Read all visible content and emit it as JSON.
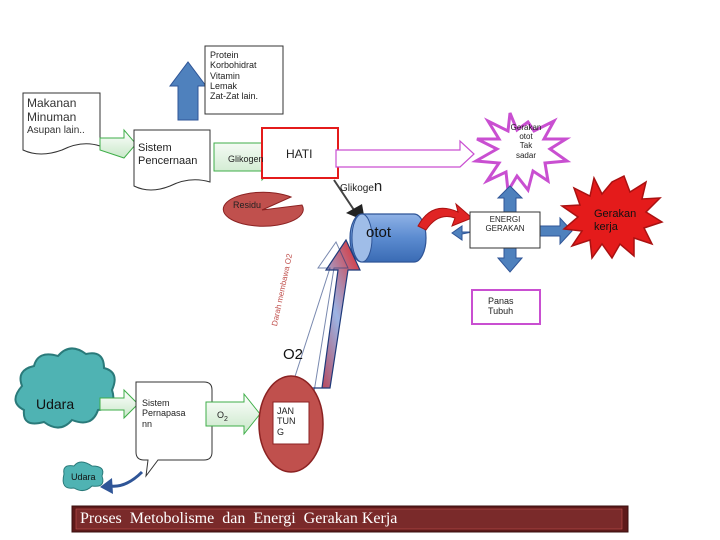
{
  "nutrients": {
    "line1": "Protein",
    "line2": "Korbohidrat",
    "line3": "Vitamin",
    "line4": "Lemak",
    "line5": "Zat-Zat lain."
  },
  "food": {
    "title_line1": "Makanan",
    "title_line2": "Minuman",
    "subtitle": "Asupan lain.."
  },
  "digestive": {
    "line1": "Sistem",
    "line2": "Pencernaan"
  },
  "glikogen_arrow": {
    "label": "Glikogen"
  },
  "liver": {
    "label": "HATI"
  },
  "involuntary": {
    "line1": "Gerakan",
    "line2": "otot",
    "line3": "Tak",
    "line4": "sadar"
  },
  "glikogen_to_muscle": {
    "prefix": "Glikoge",
    "suffix": "n"
  },
  "residue": {
    "label": "Residu"
  },
  "muscle": {
    "label": "otot"
  },
  "energy": {
    "line1": "ENERGI",
    "line2": "GERAKAN"
  },
  "work": {
    "line1": "Gerakan",
    "line2": "kerja"
  },
  "heat": {
    "line1": "Panas",
    "line2": "Tubuh"
  },
  "blood_arrow": {
    "label": "Darah membawa O2"
  },
  "oxygen_label": "O2",
  "air_cloud": {
    "label": "Udara"
  },
  "respiratory": {
    "line1": "Sistem",
    "line2": "Pernapasa",
    "line3": "nn"
  },
  "o2_arrow": {
    "label": "O",
    "sub": "2"
  },
  "heart": {
    "line1": "JAN",
    "line2": "TUN",
    "line3": "G"
  },
  "air_out": {
    "label": "Udara"
  },
  "caption": "Proses  Metobolisme  dan  Energi  Gerakan Kerja",
  "colors": {
    "arrow_blue": "#4f81bd",
    "heart_red": "#c0504d",
    "burst_red": "#e41b1b",
    "burst_purple": "#c94fd1",
    "cloud_teal": "#4fb3b3",
    "green": "#3fae49",
    "muscle_blue": "#5b8bd0",
    "dark_red": "#8b2222"
  }
}
